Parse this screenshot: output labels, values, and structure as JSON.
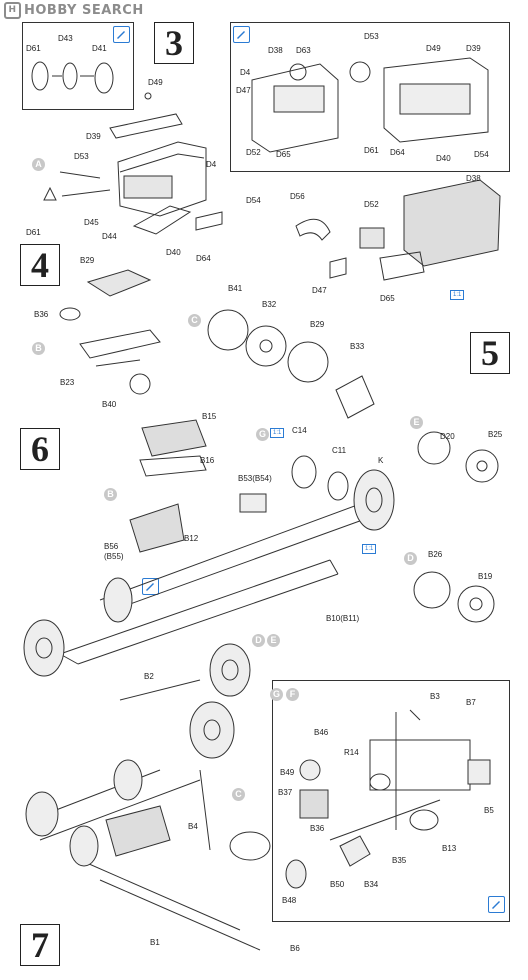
{
  "watermark": {
    "text": "HOBBY SEARCH",
    "logo_letter": "H"
  },
  "steps": [
    "3",
    "4",
    "5",
    "6",
    "7"
  ],
  "circle_markers": {
    "A": "A",
    "B": "B",
    "C": "C",
    "D": "D",
    "E": "E",
    "F": "F",
    "G": "G"
  },
  "tags": {
    "icon1": "1:1",
    "icon2": "1:1",
    "icon3": "1:1"
  },
  "step3": {
    "inset_labels": [
      "D61",
      "D43",
      "D41"
    ],
    "labels": [
      "D49",
      "D39",
      "D53",
      "D4",
      "D45",
      "D44",
      "D40",
      "D64",
      "D54",
      "D61"
    ]
  },
  "step3_engine_inset": {
    "labels": [
      "D38",
      "D63",
      "D4",
      "D47",
      "D52",
      "D65",
      "D53",
      "D49",
      "D39",
      "D61",
      "D64",
      "D40",
      "D54"
    ]
  },
  "step4": {
    "labels": [
      "B29",
      "B36",
      "B23",
      "B40"
    ]
  },
  "step5": {
    "labels": [
      "D56",
      "D52",
      "D38",
      "D47",
      "D65",
      "B41",
      "B32",
      "B29",
      "B33"
    ]
  },
  "step6": {
    "labels": [
      "B15",
      "B16",
      "B53(B54)",
      "B56",
      "(B55)",
      "B12",
      "C14",
      "C11",
      "K",
      "D20",
      "B25",
      "B26",
      "B19",
      "B10(B11)",
      "B2"
    ]
  },
  "step7": {
    "labels": [
      "B3",
      "B7",
      "B46",
      "R14",
      "B49",
      "B37",
      "B36",
      "B4",
      "B50",
      "B34",
      "B35",
      "B13",
      "B5",
      "B48",
      "B1",
      "B6"
    ]
  }
}
